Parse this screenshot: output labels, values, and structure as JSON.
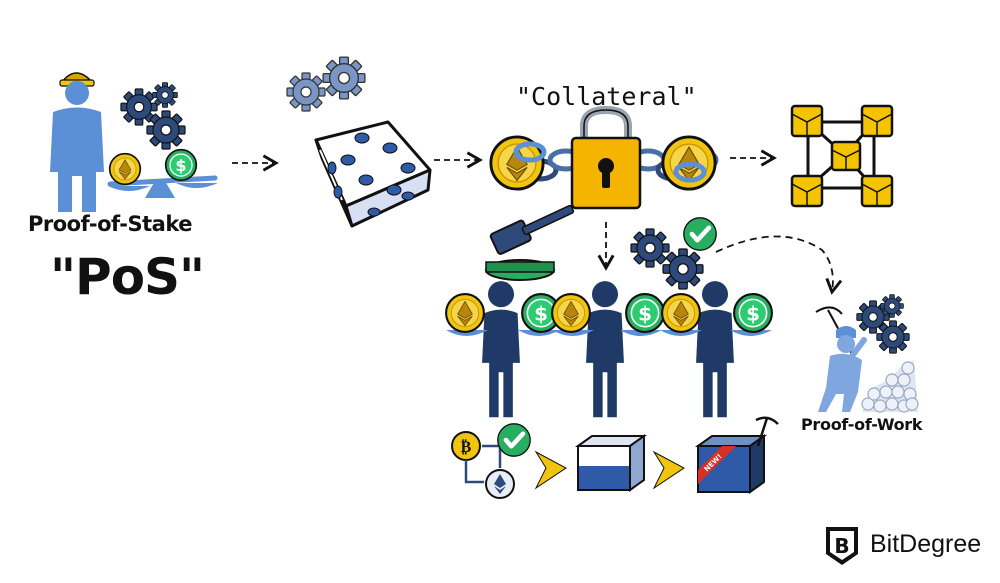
{
  "labels": {
    "proof_of_stake": "Proof-of-Stake",
    "pos": "\"PoS\"",
    "collateral": "\"Collateral\"",
    "proof_of_work": "Proof-of-Work",
    "new_badge": "NEW!"
  },
  "brand": {
    "name": "BitDegree",
    "logo_letter": "B"
  },
  "icons": {
    "dollar": "$"
  },
  "colors": {
    "person_light": "#5b8fd6",
    "person_dark": "#1f3a66",
    "gear": "#2e4a7a",
    "gold": "#f1c40f",
    "green": "#27ae60",
    "outline": "#111111"
  }
}
